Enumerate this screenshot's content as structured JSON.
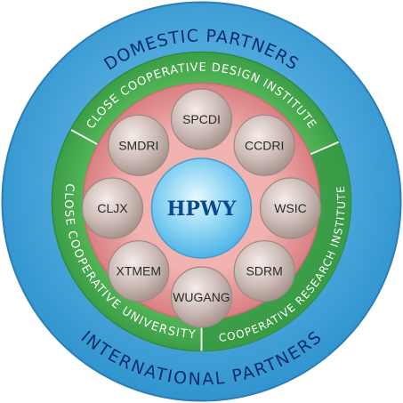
{
  "rings": {
    "outer_top_label": "DOMESTIC PARTNERS",
    "outer_bottom_label": "INTERNATIONAL PARTNERS",
    "design_institute_label": "CLOSE COOPERATIVE DESIGN INSTITUTE",
    "university_label": "CLOSE COOPERATIVE UNIVERSITY",
    "research_institute_label": "COOPERATIVE RESEARCH INSTITUTE"
  },
  "center": {
    "label": "HPWY"
  },
  "nodes": [
    {
      "id": "spcdi",
      "label": "SPCDI"
    },
    {
      "id": "ccdri",
      "label": "CCDRI"
    },
    {
      "id": "wsic",
      "label": "WSIC"
    },
    {
      "id": "sdrm",
      "label": "SDRM"
    },
    {
      "id": "wugang",
      "label": "WUGANG"
    },
    {
      "id": "xtmem",
      "label": "XTMEM"
    },
    {
      "id": "cljx",
      "label": "CLJX"
    },
    {
      "id": "smdri",
      "label": "SMDRI"
    }
  ],
  "colors": {
    "outer_ring": "#3a9fd8",
    "green_ring": "#4caf50",
    "dark_green": "#2e8b3a",
    "pink_ring": "#e89a9a",
    "node_fill": "#c9b8b4",
    "center_fill": "#7dcdf0",
    "outer_text": "#0b2e6b",
    "green_text": "#ffffff"
  }
}
